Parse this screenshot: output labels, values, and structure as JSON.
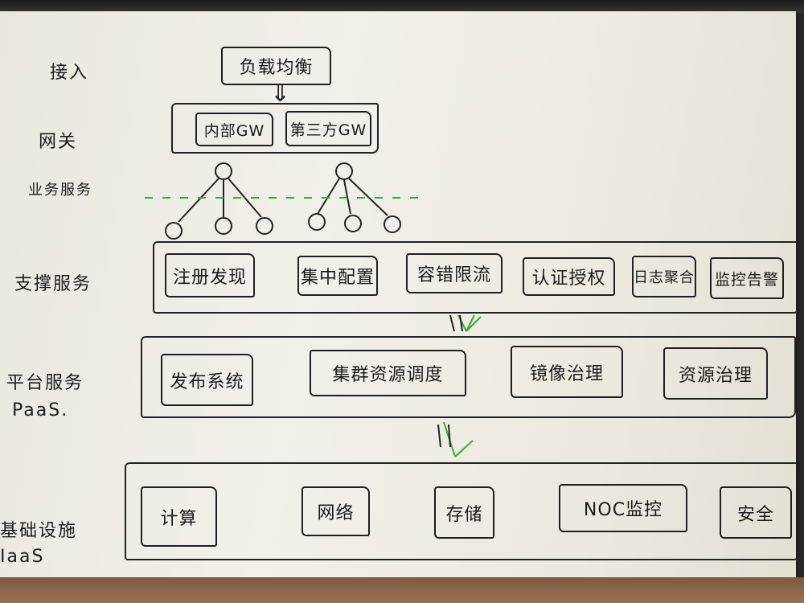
{
  "layers": {
    "access": {
      "label": "接入",
      "items": [
        "负载均衡"
      ]
    },
    "gateway": {
      "label": "网关",
      "items": [
        "内部GW",
        "第三方GW"
      ]
    },
    "business": {
      "label": "业务服务"
    },
    "support": {
      "label": "支撑服务",
      "items": [
        "注册发现",
        "集中配置",
        "容错限流",
        "认证授权",
        "日志聚合",
        "监控告警"
      ]
    },
    "paas": {
      "label": "平台服务",
      "sublabel": "PaaS.",
      "items": [
        "发布系统",
        "集群资源调度",
        "镜像治理",
        "资源治理"
      ]
    },
    "iaas": {
      "label": "基础设施",
      "sublabel": "IaaS",
      "items": [
        "计算",
        "网络",
        "存储",
        "NOC监控",
        "安全"
      ]
    }
  },
  "colors": {
    "ink": "#1f1f1f",
    "green_ink": "#3aa83a",
    "paper": "#eeede6"
  }
}
